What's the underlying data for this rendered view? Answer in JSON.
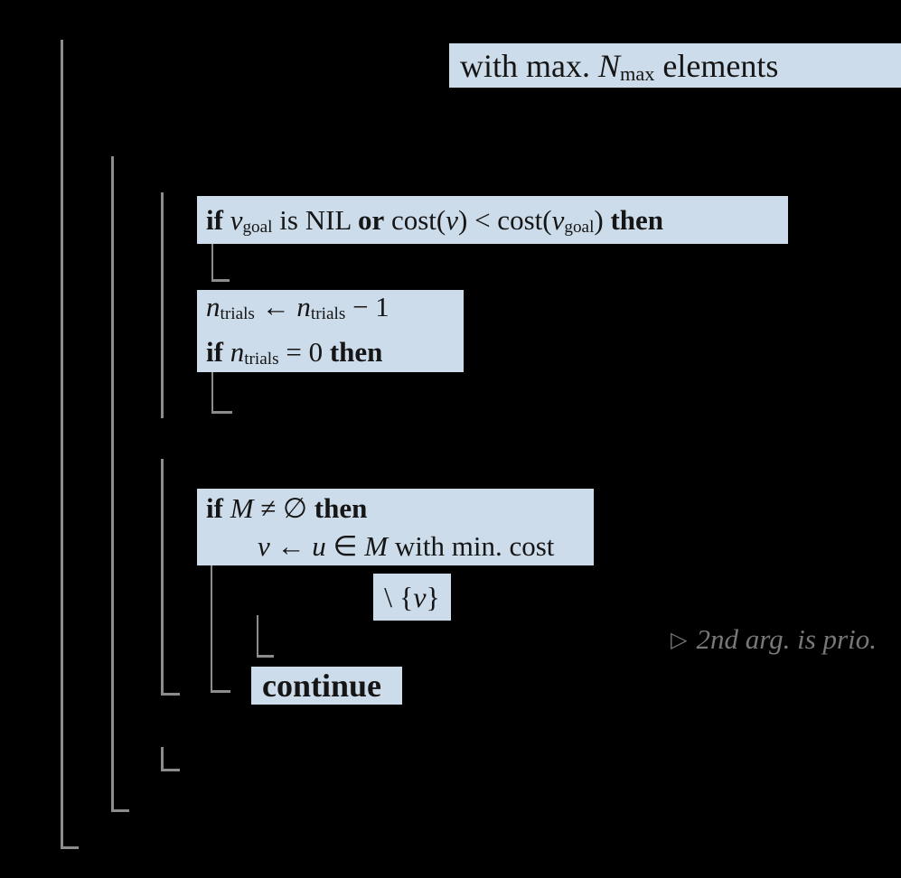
{
  "page": {
    "background_color": "#000000",
    "highlight_color": "#cddcea",
    "guide_line_color": "#8c8c8c",
    "comment_color": "#787878"
  },
  "algorithm": {
    "box_max_elements": {
      "r0": "with max. ",
      "r1": "N",
      "r2": "max",
      "r3": " elements"
    },
    "box_goal_check": {
      "r0": "if ",
      "r1": "v",
      "r2": "goal",
      "r3": " is NIL ",
      "r4": "or",
      "r5": " cost(",
      "r6": "v",
      "r7": ") < cost(",
      "r8": "v",
      "r9": "goal",
      "r10": ") ",
      "r11": "then"
    },
    "box_trials": {
      "line1": {
        "r0": "n",
        "r1": "trials",
        "r2": " ← ",
        "r3": "n",
        "r4": "trials",
        "r5": " − 1"
      },
      "line2": {
        "r0": "if ",
        "r1": "n",
        "r2": "trials",
        "r3": " = 0 ",
        "r4": "then"
      }
    },
    "box_queue_check": {
      "line1": {
        "r0": "if ",
        "r1": "M",
        "r2": " ≠ ∅ ",
        "r3": "then"
      },
      "line2": {
        "r0": "v",
        "r1": " ← ",
        "r2": "u",
        "r3": " ∈ ",
        "r4": "M",
        "r5": " with min. cost"
      }
    },
    "box_remove": {
      "r0": "\\ {",
      "r1": "v",
      "r2": "}"
    },
    "box_continue": {
      "r0": "continue"
    },
    "comment": {
      "marker": "▷",
      "text": "2nd arg. is prio."
    }
  }
}
